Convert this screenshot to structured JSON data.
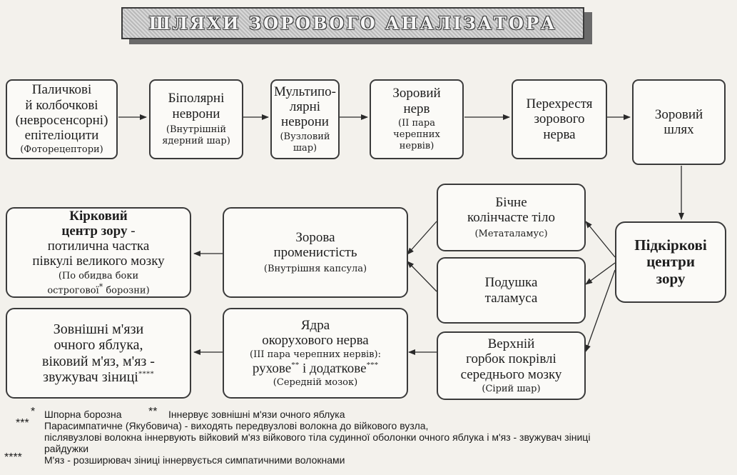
{
  "title": "ШЛЯХИ ЗОРОВОГО АНАЛІЗАТОРА",
  "boxes": {
    "photoreceptors": {
      "lines": [
        "Паличкові",
        "й колбочкові",
        "(невросенсорні)",
        "епітеліоцити"
      ],
      "sub": "(Фоторецептори)"
    },
    "bipolar": {
      "lines": [
        "Біполярні",
        "неврони"
      ],
      "sub": [
        "(Внутрішній",
        "ядерний шар)"
      ]
    },
    "multipolar": {
      "lines": [
        "Мультипо-",
        "лярні",
        "неврони"
      ],
      "sub": [
        "(Вузловий",
        "шар)"
      ]
    },
    "optic_nerve": {
      "lines": [
        "Зоровий",
        "нерв"
      ],
      "sub": [
        "(II пара",
        "черепних",
        "нервів)"
      ]
    },
    "chiasm": {
      "lines": [
        "Перехрестя",
        "зорового",
        "нерва"
      ]
    },
    "optic_tract": {
      "lines": [
        "Зоровий",
        "шлях"
      ]
    },
    "subcortical": {
      "lines": [
        "Підкіркові",
        "центри",
        "зору"
      ]
    },
    "lgb": {
      "lines": [
        "Бічне",
        "колінчасте тіло"
      ],
      "sub": "(Метаталамус)"
    },
    "pulvinar": {
      "lines": [
        "Подушка",
        "таламуса"
      ]
    },
    "colliculus": {
      "lines": [
        "Верхній",
        "горбок покрівлі",
        "середнього мозку"
      ],
      "sub": "(Сірий шар)"
    },
    "radiation": {
      "lines": [
        "Зорова",
        "променистість"
      ],
      "sub": "(Внутрішня капсула)"
    },
    "oculomotor": {
      "lines": [
        "Ядра",
        "окорухового нерва"
      ],
      "sub": "(III пара черепних нервів):",
      "motor": "рухове",
      "motor_mark": "**",
      "and": " і додаткове",
      "acc_mark": "***",
      "sub2": "(Середній мозок)"
    },
    "cortex": {
      "bold1": "Кірковий",
      "bold2": "центр зору",
      "rest1": " -",
      "lines": [
        "потилична частка",
        "півкулі великого мозку"
      ],
      "sub1": "(По обидва боки",
      "sub2a": "острогової",
      "sub2mark": "*",
      "sub2b": " борозни)"
    },
    "muscles": {
      "lines": [
        "Зовнішні м'язи",
        "очного яблука,",
        "віковий м'яз, м'яз -",
        "звужувач зіниці"
      ],
      "mark": "****"
    }
  },
  "notes": {
    "n1_mark": "*",
    "n1_text": "Шпорна борозна",
    "n2_mark": "**",
    "n2_text": "Іннервує зовнішні м'язи очного яблука",
    "n3_mark": "***",
    "n3_text1": "Парасимпатичне (Якубовича) - виходять передвузлові волокна до війкового вузла,",
    "n3_text2": "післявузлові волокна іннервують війковий м'яз війкового тіла судинної оболонки очного яблука і м'яз - звужувач зіниці",
    "n3_text3": "райдужки",
    "n4_mark": "****",
    "n4_text": "М'яз - розширювач зіниці іннервується симпатичними волокнами"
  }
}
